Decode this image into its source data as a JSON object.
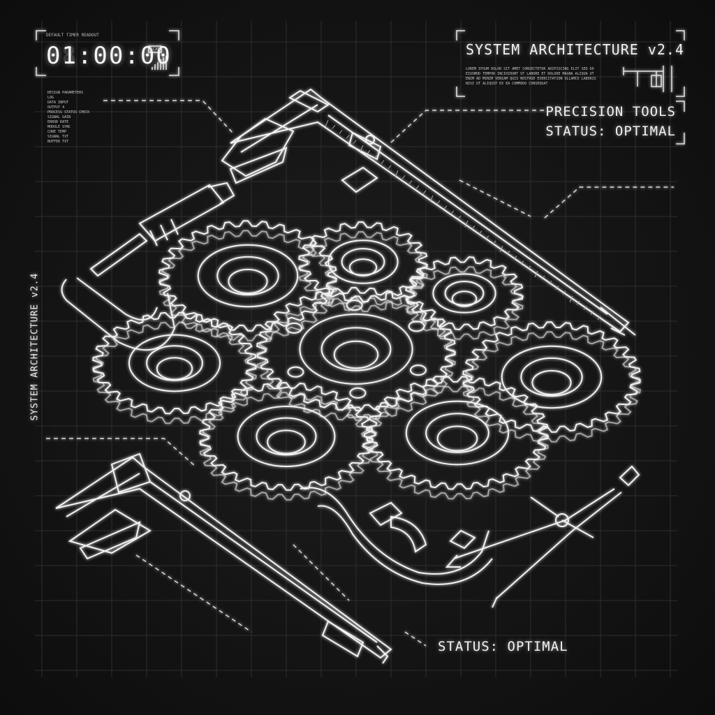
{
  "header": {
    "title": "SYSTEM ARCHITECTURE v2.4",
    "micro_lines": [
      "LOREM IPSUM DOLOR SIT AMET CONSECTETUR ADIPISCING ELIT SED DO",
      "EIUSMOD TEMPOR INCIDIDUNT UT LABORE ET DOLORE MAGNA ALIQUA UT",
      "ENIM AD MINIM VENIAM QUIS NOSTRUD EXERCITATION ULLAMCO LABORIS",
      "NISI UT ALIQUIP EX EA COMMODO CONSEQUAT"
    ]
  },
  "timer": {
    "value": "01:00:00",
    "ghost": "88:88:88",
    "top_label": "DEFAULT TIMER READOUT",
    "side_label": "SCAN"
  },
  "side_panel": {
    "title": "SYSTEM ARCHITECTURE v2.4",
    "lines": [
      "DESIGN PARAMETERS",
      "LOG",
      "DATA INPUT",
      "OUTPUT 4",
      "PROCESS STATUS CHECK",
      "SIGNAL GAIN",
      "ERROR RATE",
      "MODULE SYNC",
      "CORE TEMP",
      "SIGNAL TXT",
      "BUFFER TXT"
    ]
  },
  "annotations": {
    "precision_line1": "PRECISION TOOLS",
    "precision_line2": "STATUS: OPTIMAL",
    "status_bottom": "STATUS: OPTIMAL"
  },
  "colors": {
    "background": "#141414",
    "line": "#f0f0f0",
    "grid": "#2c2c2c"
  }
}
